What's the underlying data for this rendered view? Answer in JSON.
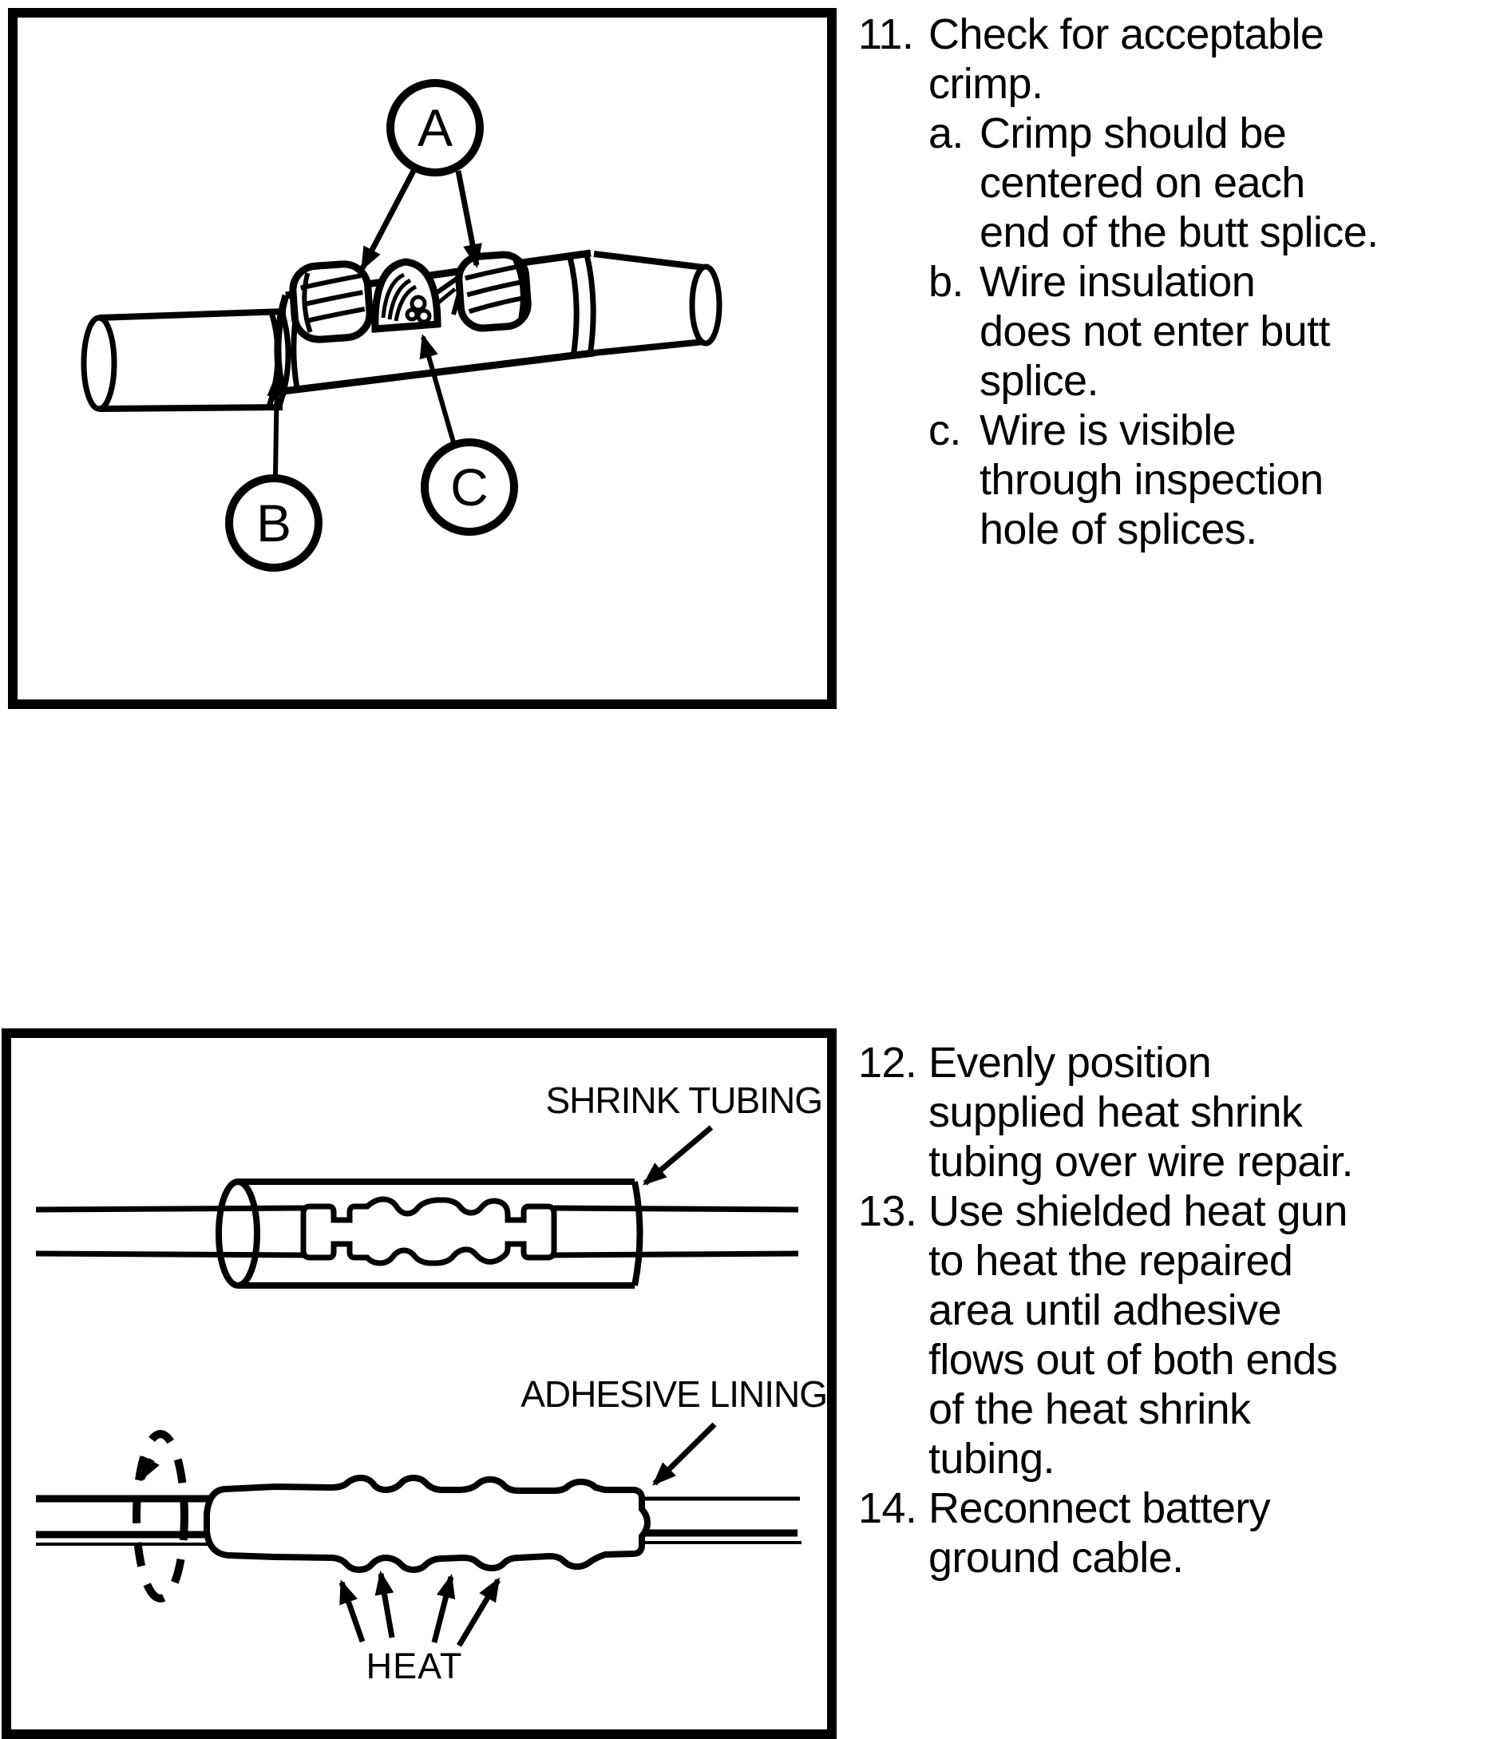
{
  "figure_top": {
    "callouts": {
      "a": "A",
      "b": "B",
      "c": "C"
    }
  },
  "figure_bottom": {
    "shrink_tubing_label": "SHRINK TUBING",
    "adhesive_lining_label": "ADHESIVE LINING",
    "heat_label": "HEAT"
  },
  "steps_upper": [
    {
      "marker": "11.",
      "level": 0,
      "lines": [
        "Check for acceptable",
        "crimp."
      ]
    },
    {
      "marker": "a.",
      "level": 1,
      "lines": [
        "Crimp should be",
        "centered on each",
        "end of the butt splice."
      ]
    },
    {
      "marker": "b.",
      "level": 1,
      "lines": [
        "Wire insulation",
        "does not enter butt",
        "splice."
      ]
    },
    {
      "marker": "c.",
      "level": 1,
      "lines": [
        "Wire is visible",
        "through inspection",
        "hole of splices."
      ]
    }
  ],
  "steps_lower": [
    {
      "marker": "12.",
      "level": 0,
      "lines": [
        "Evenly position",
        "supplied heat shrink",
        "tubing over wire repair."
      ]
    },
    {
      "marker": "13.",
      "level": 0,
      "lines": [
        "Use shielded heat gun",
        "to heat the repaired",
        "area until adhesive",
        "flows out of both ends",
        "of the heat shrink",
        "tubing."
      ]
    },
    {
      "marker": "14.",
      "level": 0,
      "lines": [
        "Reconnect battery",
        "ground cable."
      ]
    }
  ],
  "colors": {
    "ink": "#000000",
    "paper": "#ffffff"
  }
}
